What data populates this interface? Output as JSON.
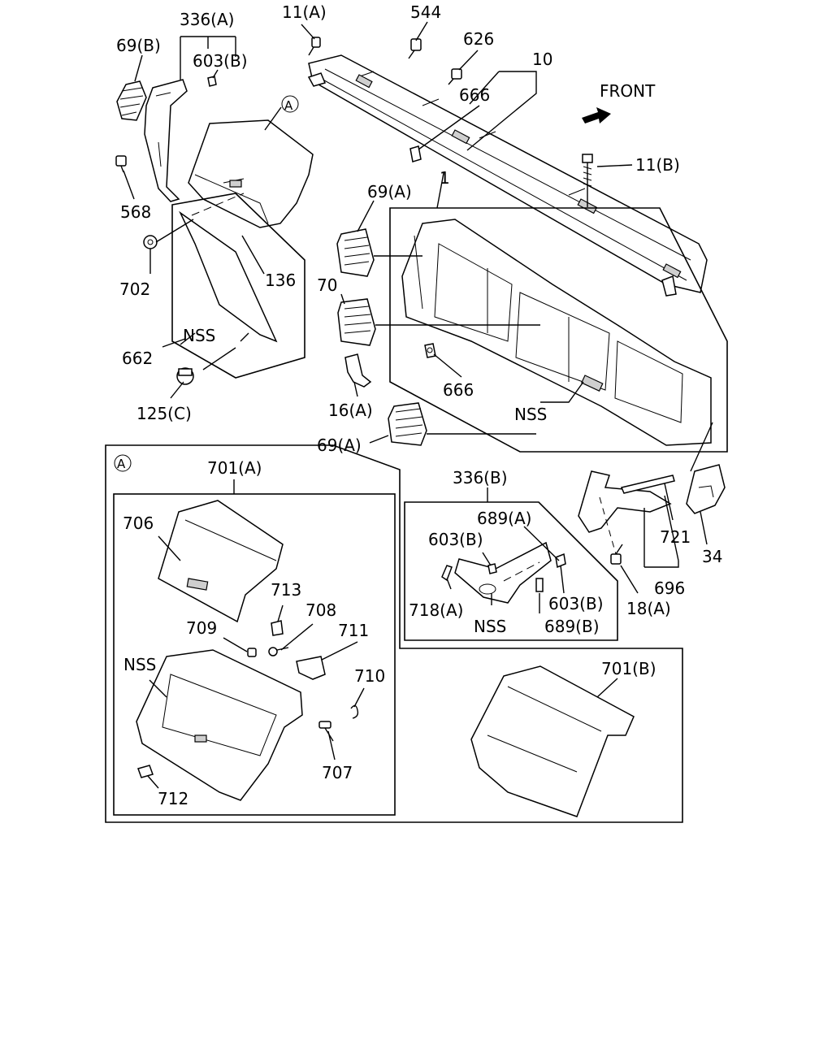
{
  "front_label": "FRONT",
  "callouts": {
    "p336a": "336(A)",
    "p69b": "69(B)",
    "p603b_top": "603(B)",
    "p11a": "11(A)",
    "p544": "544",
    "p626": "626",
    "p10": "10",
    "p666_top": "666",
    "p11b": "11(B)",
    "pA_top": "A",
    "p568": "568",
    "p69a_top": "69(A)",
    "p1": "1",
    "p702": "702",
    "p136": "136",
    "p70": "70",
    "nss_left": "NSS",
    "p662": "662",
    "p666_mid": "666",
    "p16a": "16(A)",
    "nss_center": "NSS",
    "p125c": "125(C)",
    "p69a_bottom": "69(A)",
    "pA_inset": "A",
    "p701a": "701(A)",
    "p336b": "336(B)",
    "p689a": "689(A)",
    "p603b_inset1": "603(B)",
    "p721": "721",
    "p34": "34",
    "p706": "706",
    "p713": "713",
    "p718a": "718(A)",
    "p603b_inset2": "603(B)",
    "p696": "696",
    "p18a": "18(A)",
    "nss_inset": "NSS",
    "p689b": "689(B)",
    "p708": "708",
    "p709": "709",
    "p711": "711",
    "nss_box": "NSS",
    "p710": "710",
    "p701b": "701(B)",
    "p707": "707",
    "p712": "712"
  }
}
